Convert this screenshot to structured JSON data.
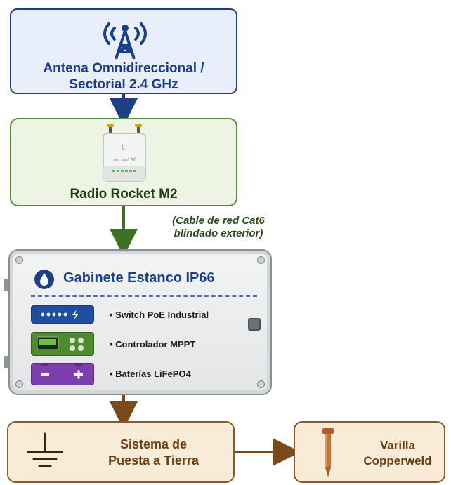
{
  "antenna": {
    "line1": "Antena Omnidireccional /",
    "line2": "Sectorial 2.4 GHz"
  },
  "radio": {
    "title": "Radio Rocket M2",
    "device_logo_text": "rocket M",
    "device_brand": "U"
  },
  "cable_note": {
    "line1": "(Cable de red Cat6",
    "line2": "blindado exterior)"
  },
  "cabinet": {
    "title": "Gabinete Estanco IP66",
    "items": [
      {
        "label": "• Switch PoE Industrial",
        "icon": "switch-icon"
      },
      {
        "label": "• Controlador MPPT",
        "icon": "mppt-controller-icon"
      },
      {
        "label": "• Baterías LiFePO4",
        "icon": "battery-icon"
      }
    ]
  },
  "ground": {
    "line1": "Sistema de",
    "line2": "Puesta a Tierra"
  },
  "rod": {
    "line1": "Varilla",
    "line2": "Copperweld"
  },
  "colors": {
    "blue": "#1f3f85",
    "green": "#5b8a3a",
    "brown": "#8a5a24",
    "blue_fill": "#e9eefb",
    "green_fill": "#edf4e4",
    "brown_fill": "#f8ecd8"
  }
}
